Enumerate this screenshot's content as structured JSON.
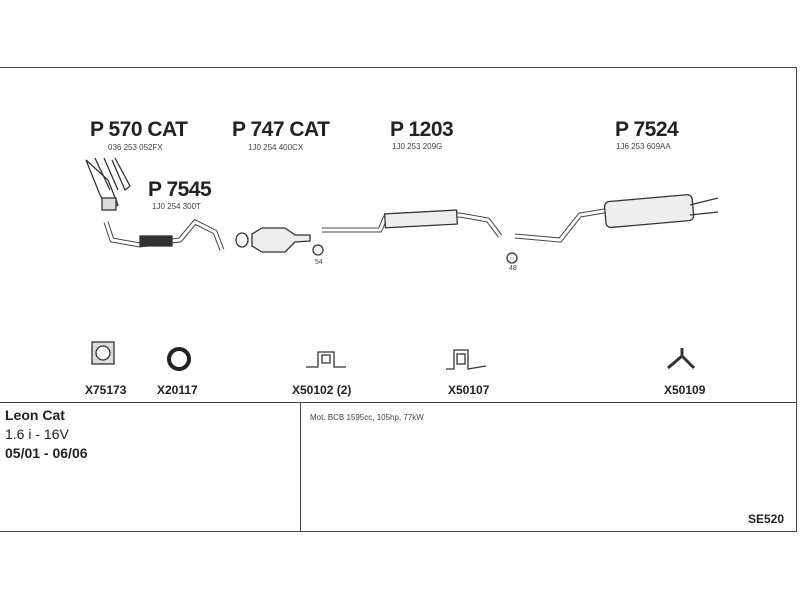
{
  "parts": [
    {
      "part": "P 570 CAT",
      "oe": "036 253 052FX"
    },
    {
      "part": "P 747 CAT",
      "oe": "1J0 254 400CX"
    },
    {
      "part": "P 1203",
      "oe": "1J0 253 209G"
    },
    {
      "part": "P 7524",
      "oe": "1J6 253 609AA"
    },
    {
      "part": "P 7545",
      "oe": "1J0 254 300T"
    }
  ],
  "clamps": [
    "54",
    "48"
  ],
  "accessories": [
    "X75173",
    "X20117",
    "X50102 (2)",
    "X50107",
    "X50109"
  ],
  "vehicle": {
    "model": "Leon Cat",
    "engine": "1.6 i - 16V",
    "years": "05/01 - 06/06"
  },
  "notes": "Mot. BCB 1595cc, 105hp, 77kW",
  "code": "SE520"
}
